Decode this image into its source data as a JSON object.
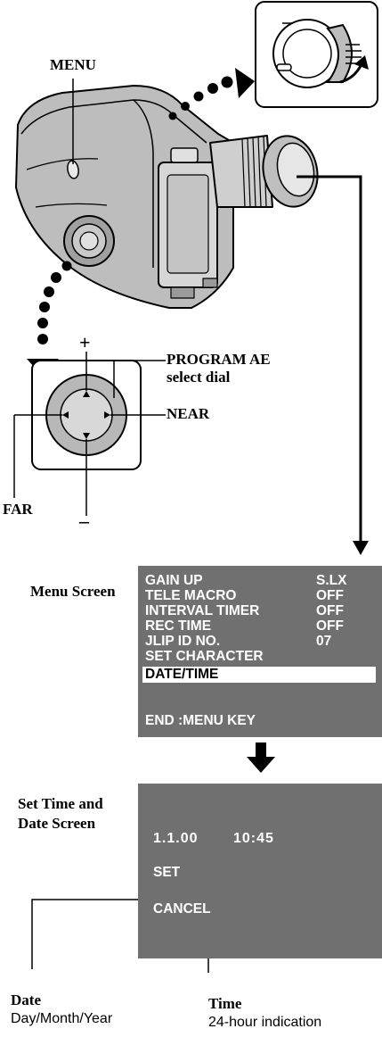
{
  "labels": {
    "menu": "MENU",
    "program_ae": "PROGRAM AE",
    "select_dial": "select dial",
    "near": "NEAR",
    "far": "FAR",
    "plus": "+",
    "minus": "–",
    "menu_screen": "Menu Screen",
    "set_time_title_1": "Set Time and",
    "set_time_title_2": "Date Screen",
    "date": "Date",
    "date_sub": "Day/Month/Year",
    "time": "Time",
    "time_sub": "24-hour indication"
  },
  "menu_screen": {
    "items": [
      {
        "label": "GAIN UP",
        "value": "S.LX"
      },
      {
        "label": "TELE MACRO",
        "value": "OFF"
      },
      {
        "label": "INTERVAL TIMER",
        "value": "OFF"
      },
      {
        "label": "REC TIME",
        "value": "OFF"
      },
      {
        "label": "JLIP ID NO.",
        "value": "07"
      },
      {
        "label": "SET CHARACTER",
        "value": ""
      }
    ],
    "selected": "DATE/TIME",
    "footer": "END :MENU KEY"
  },
  "set_screen": {
    "date": "1.1.00",
    "time": "10:45",
    "set": "SET",
    "cancel": "CANCEL"
  },
  "colors": {
    "screen_bg": "#707070",
    "dial_ring": "#b8b8b8",
    "dial_center": "#d8d8d8"
  }
}
